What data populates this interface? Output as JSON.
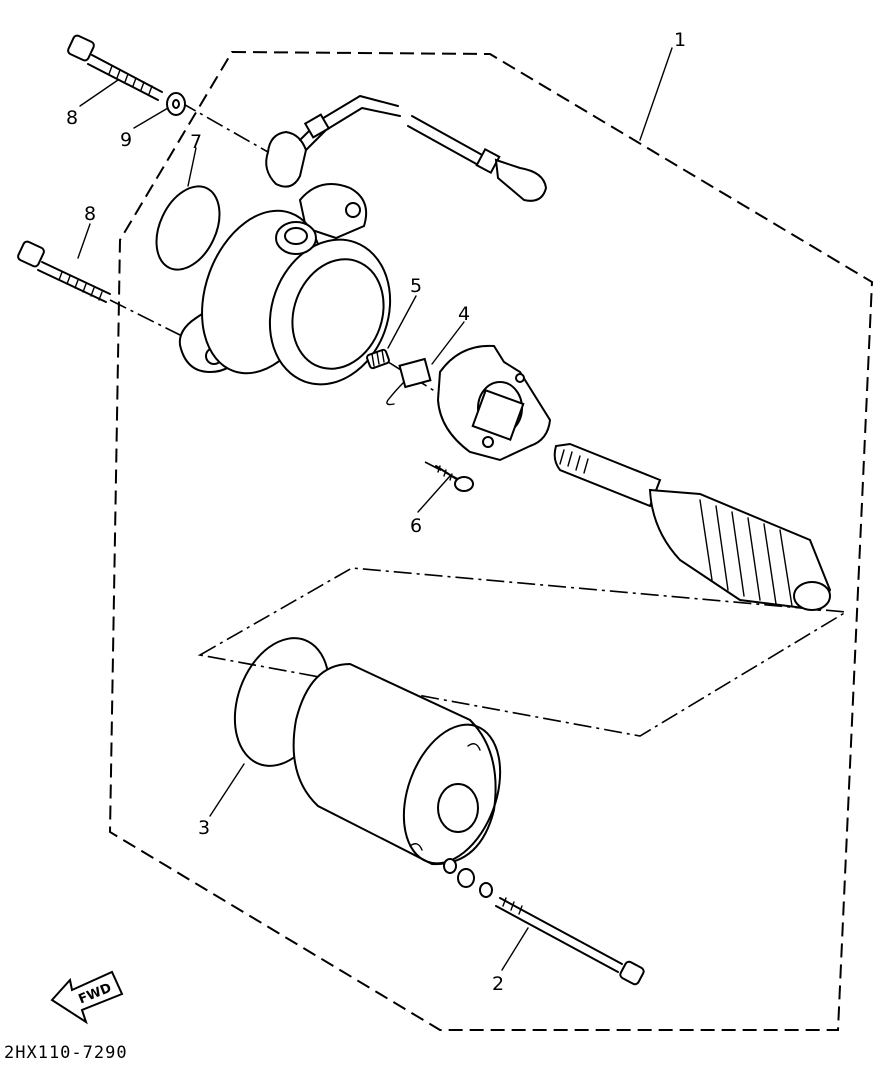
{
  "callouts": [
    {
      "id": "1",
      "text": "1"
    },
    {
      "id": "2",
      "text": "2"
    },
    {
      "id": "3",
      "text": "3"
    },
    {
      "id": "4",
      "text": "4"
    },
    {
      "id": "5",
      "text": "5"
    },
    {
      "id": "6",
      "text": "6"
    },
    {
      "id": "7",
      "text": "7"
    },
    {
      "id": "8a",
      "text": "8"
    },
    {
      "id": "8b",
      "text": "8"
    },
    {
      "id": "9",
      "text": "9"
    }
  ],
  "direction_marker": "FWD",
  "drawing_code": "2HX110-7290"
}
